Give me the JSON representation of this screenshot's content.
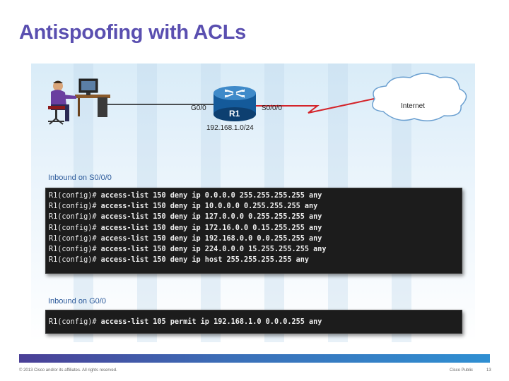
{
  "slide": {
    "title": "Antispoofing with ACLs"
  },
  "topology": {
    "interface_g0": "G0/0",
    "interface_s0": "S0/0/0",
    "router_name": "R1",
    "subnet": "192.168.1.0/24",
    "cloud_label": "Internet"
  },
  "section_s0": {
    "heading": "Inbound on S0/0/0",
    "lines": [
      {
        "prompt": "R1(config)#",
        "command": "access-list 150 deny ip 0.0.0.0 255.255.255.255 any"
      },
      {
        "prompt": "R1(config)#",
        "command": "access-list 150 deny ip 10.0.0.0 0.255.255.255 any"
      },
      {
        "prompt": "R1(config)#",
        "command": "access-list 150 deny ip 127.0.0.0 0.255.255.255 any"
      },
      {
        "prompt": "R1(config)#",
        "command": "access-list 150 deny ip 172.16.0.0 0.15.255.255 any"
      },
      {
        "prompt": "R1(config)#",
        "command": "access-list 150 deny ip 192.168.0.0 0.0.255.255 any"
      },
      {
        "prompt": "R1(config)#",
        "command": "access-list 150 deny ip 224.0.0.0 15.255.255.255 any"
      },
      {
        "prompt": "R1(config)#",
        "command": "access-list 150 deny ip host 255.255.255.255 any"
      }
    ]
  },
  "section_g0": {
    "heading": "Inbound on G0/0",
    "lines": [
      {
        "prompt": "R1(config)#",
        "command": "access-list 105 permit ip 192.168.1.0 0.0.0.255 any"
      }
    ]
  },
  "footer": {
    "copyright": "© 2013 Cisco and/or its affiliates. All rights reserved.",
    "classification": "Cisco Public",
    "page_number": "13"
  }
}
